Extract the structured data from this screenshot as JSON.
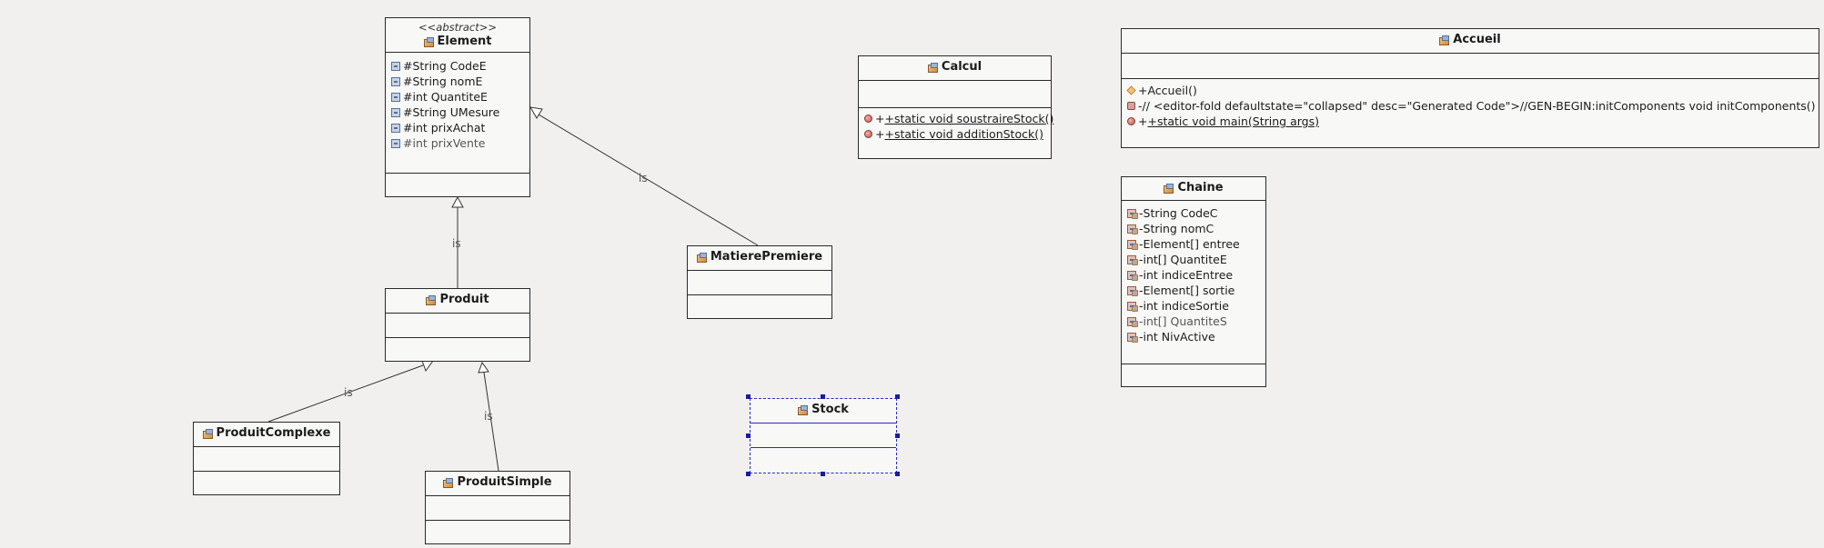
{
  "diagram": {
    "edge_label": "is",
    "classes": {
      "element": {
        "stereotype": "<<abstract>>",
        "name": "Element",
        "attributes": [
          "#String CodeE",
          "#String nomE",
          "#int QuantiteE",
          "#String UMesure",
          "#int prixAchat",
          "#int prixVente"
        ]
      },
      "produit": {
        "name": "Produit"
      },
      "matiere": {
        "name": "MatierePremiere"
      },
      "produit_complexe": {
        "name": "ProduitComplexe"
      },
      "produit_simple": {
        "name": "ProduitSimple"
      },
      "calcul": {
        "name": "Calcul",
        "methods": [
          "+static void soustraireStock()",
          "+static void additionStock()"
        ]
      },
      "stock": {
        "name": "Stock"
      },
      "accueil": {
        "name": "Accueil",
        "methods": [
          "+Accueil()",
          "-// <editor-fold defaultstate=\"collapsed\" desc=\"Generated Code\">//GEN-BEGIN:initComponents void initComponents()",
          "+static void main(String args)"
        ]
      },
      "chaine": {
        "name": "Chaine",
        "attributes": [
          "-String CodeC",
          "-String nomC",
          "-Element[] entree",
          "-int[] QuantiteE",
          "-int indiceEntree",
          "-Element[] sortie",
          "-int indiceSortie",
          "-int[] QuantiteS",
          "-int NivActive"
        ]
      }
    }
  }
}
